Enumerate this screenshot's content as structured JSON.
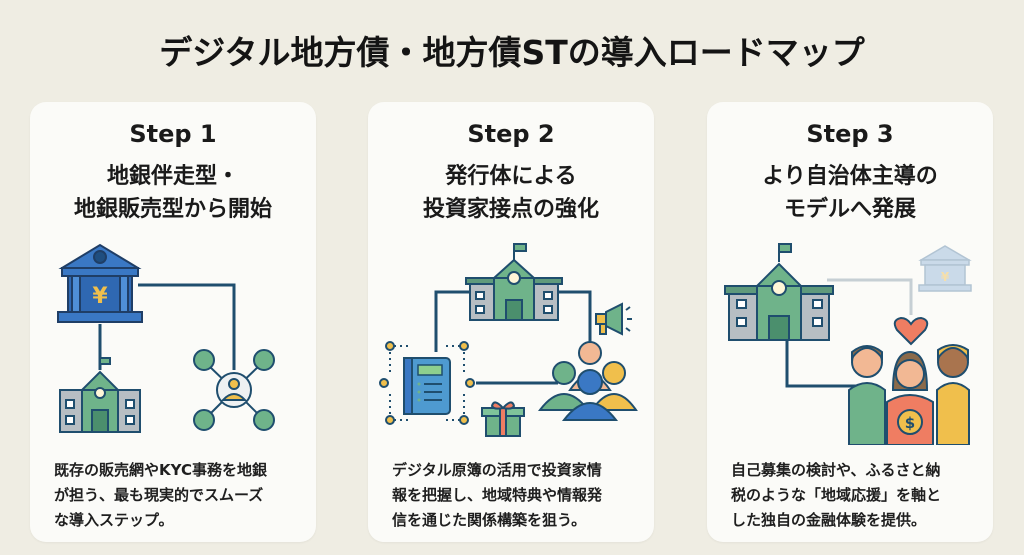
{
  "title": "デジタル地方債・地方債STの導入ロードマップ",
  "steps": [
    {
      "step_label": "Step 1",
      "heading_lines": [
        "地銀伴走型・",
        "地銀販売型から開始"
      ],
      "description_lines": [
        "既存の販売網やKYC事務を地銀",
        "が担う、最も現実的でスムーズ",
        "な導入ステップ。"
      ],
      "illustration": {
        "icons": [
          "bank-yen-icon",
          "city-hall-icon",
          "investor-network-icon"
        ],
        "bank_symbol": "¥"
      }
    },
    {
      "step_label": "Step 2",
      "heading_lines": [
        "発行体による",
        "投資家接点の強化"
      ],
      "description_lines": [
        "デジタル原簿の活用で投資家情",
        "報を把握し、地域特典や情報発",
        "信を通じた関係構築を狙う。"
      ],
      "illustration": {
        "icons": [
          "city-hall-icon",
          "digital-ledger-icon",
          "megaphone-icon",
          "investors-group-icon",
          "gift-icon"
        ]
      }
    },
    {
      "step_label": "Step 3",
      "heading_lines": [
        "より自治体主導の",
        "モデルへ発展"
      ],
      "description_lines": [
        "自己募集の検討や、ふるさと納",
        "税のような「地域応援」を軸と",
        "した独自の金融体験を提供。"
      ],
      "illustration": {
        "icons": [
          "city-hall-icon",
          "faded-bank-yen-icon",
          "heart-icon",
          "residents-group-icon",
          "dollar-coin-icon"
        ],
        "bank_symbol": "¥",
        "coin_symbol": "$"
      }
    }
  ],
  "colors": {
    "background": "#efede3",
    "card": "#fbfbf8",
    "navy": "#1f4e6e",
    "bank_blue": "#3a78c4",
    "green": "#6fb38a",
    "yellow": "#f0bf4c",
    "coral": "#ef7d62",
    "gray": "#b7bec3"
  }
}
